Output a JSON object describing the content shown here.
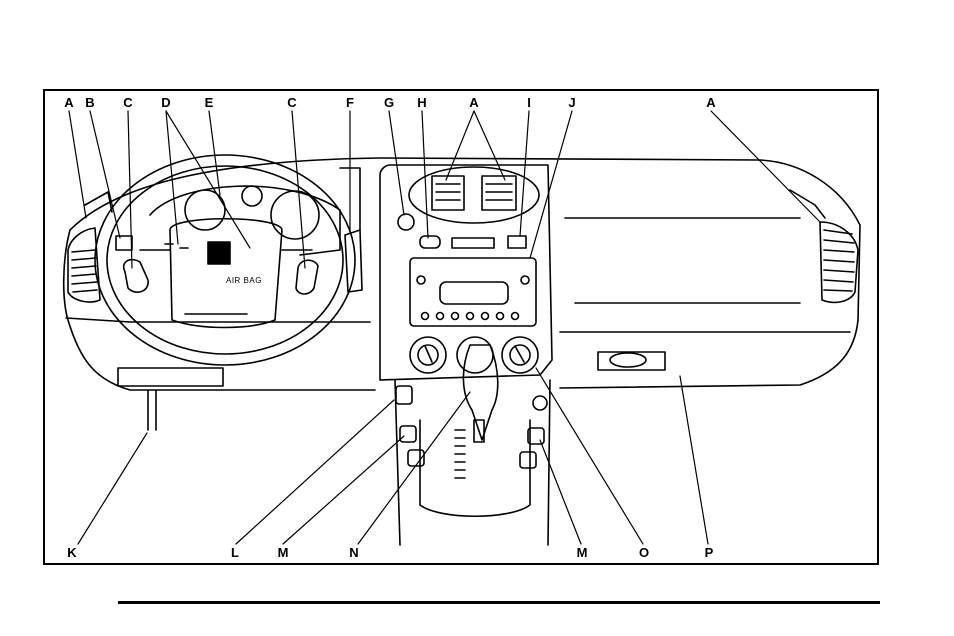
{
  "diagram": {
    "airbag_text": "AIR BAG",
    "callouts_top": [
      "A",
      "B",
      "C",
      "D",
      "E",
      "C",
      "F",
      "G",
      "H",
      "A",
      "I",
      "J",
      "A"
    ],
    "callouts_bottom": [
      "K",
      "L",
      "M",
      "N",
      "M",
      "O",
      "P"
    ]
  }
}
